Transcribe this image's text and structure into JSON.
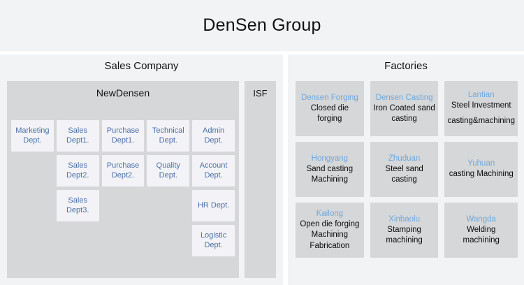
{
  "header": {
    "group_title": "DenSen Group"
  },
  "sales_panel": {
    "header": "Sales Company",
    "newdensen": {
      "label": "NewDensen",
      "departments": [
        "Marketing Dept.",
        "Sales Dept1.",
        "Purchase Dept1.",
        "Technical Dept.",
        "Admin Dept.",
        "",
        "Sales Dept2.",
        "Purchase Dept2.",
        "Quality Dept.",
        "Account Dept.",
        "",
        "Sales Dept3.",
        "",
        "",
        "HR Dept.",
        "",
        "",
        "",
        "",
        "Logistic Dept."
      ]
    },
    "isf": {
      "label": "ISF"
    }
  },
  "factories_panel": {
    "header": "Factories",
    "items": [
      {
        "name": "Densen Forging",
        "desc": "Closed die forging",
        "desc2": ""
      },
      {
        "name": "Densen Casting",
        "desc": "Iron Coated sand casting",
        "desc2": ""
      },
      {
        "name": "Lantian",
        "desc": "Steel Investment",
        "desc2": "casting&machining"
      },
      {
        "name": "Hongyang",
        "desc": "Sand casting Machining",
        "desc2": ""
      },
      {
        "name": "Zhuduan",
        "desc": "Steel sand casting",
        "desc2": ""
      },
      {
        "name": "Yuhuan",
        "desc": "casting Machining",
        "desc2": ""
      },
      {
        "name": "Kailong",
        "desc": "Open die forging Machining Fabrication",
        "desc2": ""
      },
      {
        "name": "Xinbaolu",
        "desc": "Stamping machining",
        "desc2": ""
      },
      {
        "name": "Wangda",
        "desc": "Welding machining",
        "desc2": ""
      }
    ]
  },
  "colors": {
    "dept_text": "#4a6fa5",
    "factory_name": "#6fa8dc",
    "panel_bg": "#f2f3f5",
    "box_bg": "#d6d7d9",
    "dept_bg": "#f3f3f7"
  }
}
